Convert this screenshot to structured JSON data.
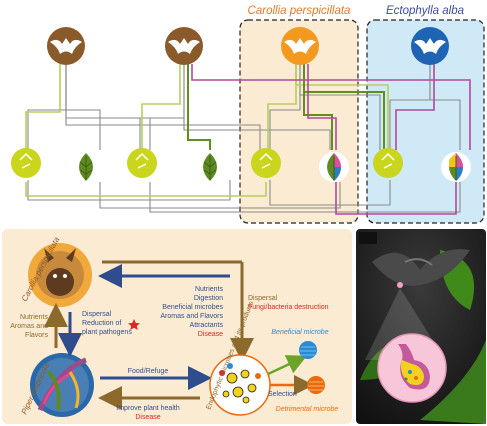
{
  "top": {
    "title_left": "Carollia perspicillata",
    "title_right": "Ectophylla alba"
  },
  "bottom": {
    "bat_label": "Carollia perspicillata",
    "plant_label": "Piper umbricola",
    "left_up": [
      "Nutrients",
      "Aromas and",
      "Flavors"
    ],
    "left_down": [
      "Dispersal",
      "Reduction of",
      "plant pathogens"
    ],
    "center_list": [
      "Nutrients",
      "Digestion",
      "Beneficial microbes",
      "Aromas and Flavors",
      "Attractants"
    ],
    "center_disease": "Disease",
    "right_dispersal": "Dispersal",
    "right_destruction": "Fungi/bacteria destruction",
    "food_refuge": "Food/Refuge",
    "improve": "Improve plant health",
    "improve_disease": "Disease",
    "microbes_label": "Endophytic microbes and its products",
    "selection": "Selection",
    "beneficial": "Beneficial microbe",
    "detrimental": "Detrimental microbe"
  },
  "colors": {
    "bat_brown": "#8b5a2b",
    "bat_orange": "#f39a1e",
    "bat_blue": "#1f63b4",
    "leaf_green": "#5e8a23",
    "flower_yellow": "#c9d61d",
    "line_gray": "#8a8a8a",
    "line_light_green": "#b5cf5e",
    "line_dark_green": "#5f8f1c",
    "line_magenta": "#b04a9a",
    "box_peach": "#fcebd3",
    "box_blue": "#cfe9f7",
    "arrow_brown": "#8b6a2c",
    "arrow_navy": "#2f4d8c",
    "text_red": "#e02424",
    "text_blue": "#2a8ad3",
    "text_orange": "#e96a10"
  }
}
